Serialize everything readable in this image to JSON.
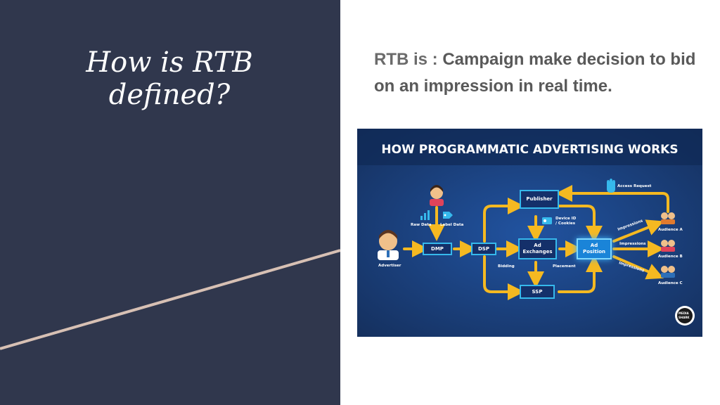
{
  "slide": {
    "title_line1": "How is RTB",
    "title_line2": "defined?",
    "body_prefix": "RTB is : ",
    "body_text": "Campaign make decision to bid on an impression in real time."
  },
  "infographic": {
    "title": "HOW PROGRAMMATIC ADVERTISING WORKS",
    "nodes": {
      "publisher": "Publisher",
      "dmp": "DMP",
      "dsp": "DSP",
      "ad_exchanges_1": "Ad",
      "ad_exchanges_2": "Exchanges",
      "ad_position_1": "Ad",
      "ad_position_2": "Position",
      "ssp": "SSP"
    },
    "labels": {
      "raw_data": "Raw Data",
      "label_data": "Label Data",
      "advertiser": "Advertiser",
      "device_id_1": "Device ID",
      "device_id_2": "/ Cookies",
      "bidding": "Bidding",
      "placement": "Placement",
      "access_request": "Access Request",
      "impressions_a": "Impressions",
      "impressions_b": "Impressions",
      "impressions_c": "Impressions",
      "audience_a": "Audience A",
      "audience_b": "Audience B",
      "audience_c": "Audience C",
      "brand_1": "MEDIA",
      "brand_2": "SHARK"
    }
  },
  "colors": {
    "left_panel": "#30374d",
    "accent_line": "#d7c0b4",
    "body_text": "#595959",
    "infographic_bg": "#1a3f78",
    "arrow": "#f5b921",
    "node_border": "#36b9ec"
  }
}
